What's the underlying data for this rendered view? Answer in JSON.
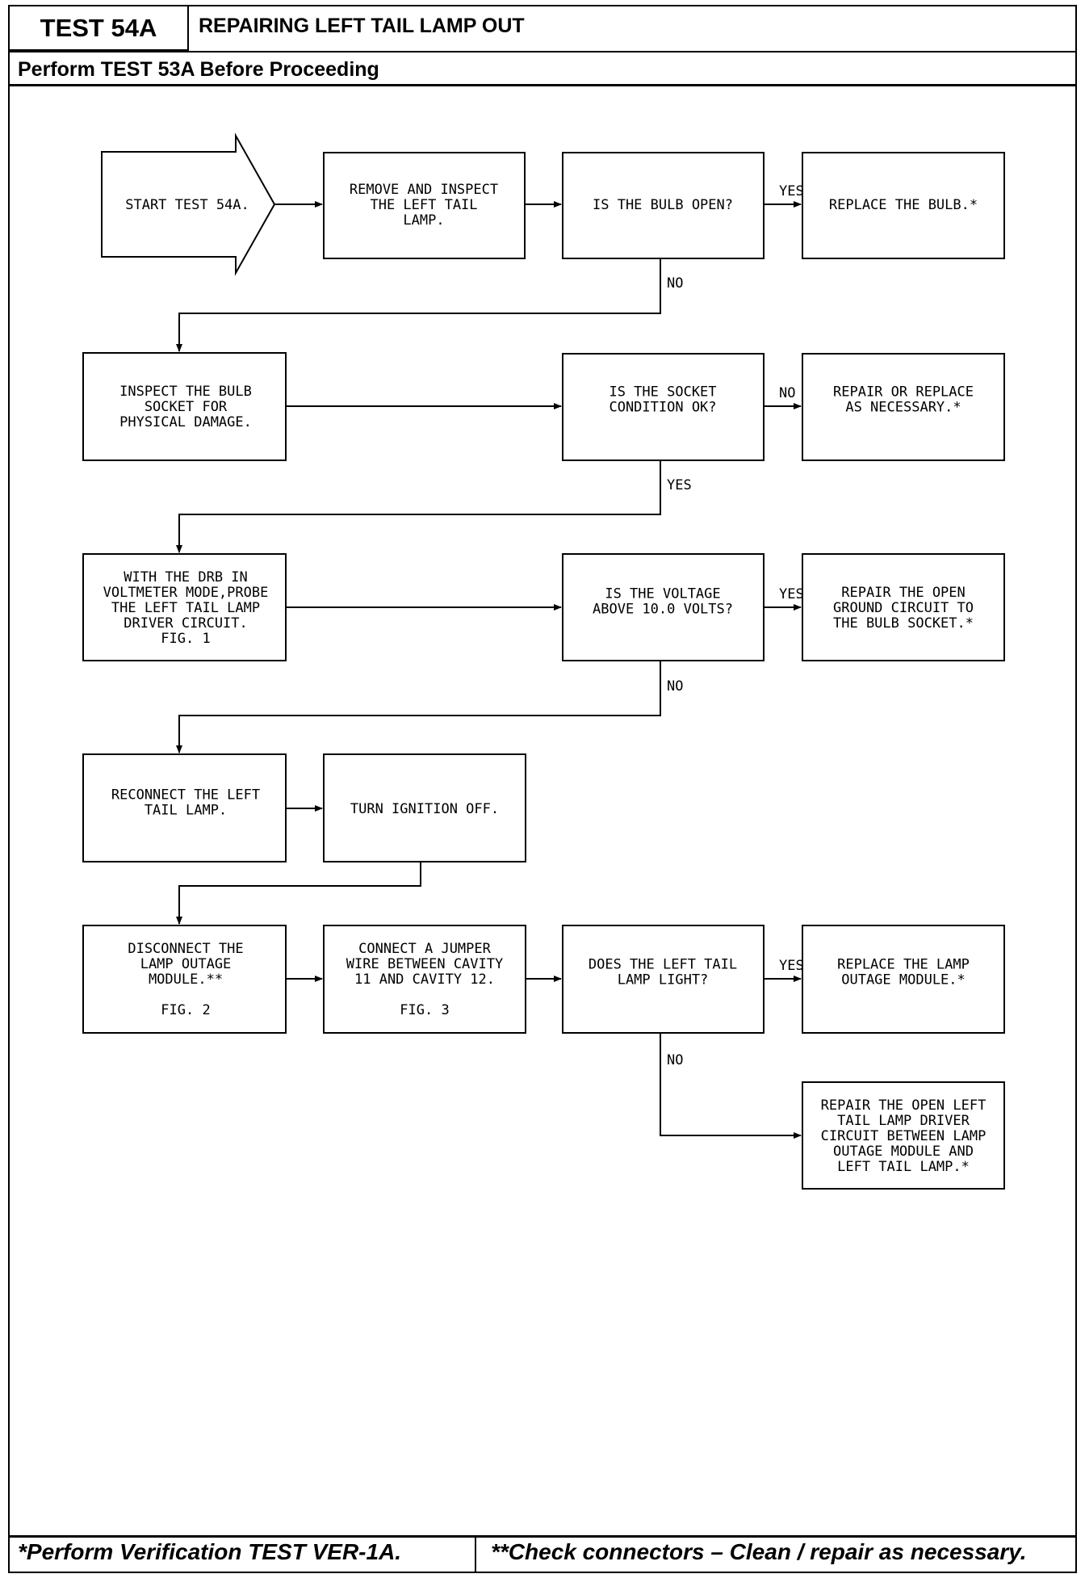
{
  "header": {
    "test_id": "TEST 54A",
    "title": "REPAIRING LEFT TAIL LAMP OUT",
    "precondition": "Perform TEST 53A Before Proceeding"
  },
  "footer": {
    "left": "*Perform Verification TEST VER-1A.",
    "right": "**Check connectors – Clean / repair as necessary."
  },
  "nodes": [
    {
      "id": "start",
      "lines": [
        "START TEST 54A."
      ]
    },
    {
      "id": "remove-inspect",
      "lines": [
        "REMOVE AND INSPECT",
        "THE LEFT TAIL",
        "LAMP."
      ]
    },
    {
      "id": "bulb-open",
      "lines": [
        "IS THE BULB OPEN?"
      ]
    },
    {
      "id": "replace-bulb",
      "lines": [
        "REPLACE THE BULB.*"
      ]
    },
    {
      "id": "inspect-socket",
      "lines": [
        "INSPECT THE BULB",
        "SOCKET FOR",
        "PHYSICAL DAMAGE."
      ]
    },
    {
      "id": "socket-ok",
      "lines": [
        "IS THE SOCKET",
        "CONDITION OK?"
      ]
    },
    {
      "id": "repair-replace",
      "lines": [
        "REPAIR OR REPLACE",
        "AS NECESSARY.*"
      ]
    },
    {
      "id": "probe-driver",
      "lines": [
        "WITH THE DRB IN",
        "VOLTMETER MODE,PROBE",
        "THE LEFT TAIL LAMP",
        "DRIVER CIRCUIT.",
        "FIG. 1"
      ]
    },
    {
      "id": "voltage-check",
      "lines": [
        "IS THE VOLTAGE",
        "ABOVE 10.0 VOLTS?"
      ]
    },
    {
      "id": "repair-ground",
      "lines": [
        "REPAIR THE OPEN",
        "GROUND CIRCUIT TO",
        "THE BULB SOCKET.*"
      ]
    },
    {
      "id": "reconnect",
      "lines": [
        "RECONNECT THE LEFT",
        "TAIL LAMP."
      ]
    },
    {
      "id": "ignition-off",
      "lines": [
        "TURN IGNITION OFF."
      ]
    },
    {
      "id": "disconnect-module",
      "lines": [
        "DISCONNECT THE",
        "LAMP OUTAGE",
        "MODULE.**",
        "",
        "FIG. 2"
      ]
    },
    {
      "id": "jumper",
      "lines": [
        "CONNECT A JUMPER",
        "WIRE BETWEEN CAVITY",
        "11 AND CAVITY 12.",
        "",
        "FIG. 3"
      ]
    },
    {
      "id": "lamp-light",
      "lines": [
        "DOES THE LEFT TAIL",
        "LAMP LIGHT?"
      ]
    },
    {
      "id": "replace-module",
      "lines": [
        "REPLACE THE LAMP",
        "OUTAGE MODULE.*"
      ]
    },
    {
      "id": "repair-driver",
      "lines": [
        "REPAIR THE OPEN LEFT",
        "TAIL LAMP DRIVER",
        "CIRCUIT BETWEEN LAMP",
        "OUTAGE MODULE AND",
        "LEFT TAIL LAMP.*"
      ]
    }
  ],
  "edge_labels": [
    {
      "id": "bulb-open-yes",
      "text": "YES"
    },
    {
      "id": "bulb-open-no",
      "text": "NO"
    },
    {
      "id": "socket-ok-no",
      "text": "NO"
    },
    {
      "id": "socket-ok-yes",
      "text": "YES"
    },
    {
      "id": "voltage-yes",
      "text": "YES"
    },
    {
      "id": "voltage-no",
      "text": "NO"
    },
    {
      "id": "lamp-light-yes",
      "text": "YES"
    },
    {
      "id": "lamp-light-no",
      "text": "NO"
    }
  ]
}
